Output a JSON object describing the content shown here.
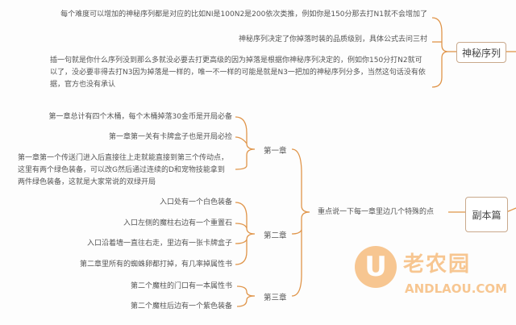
{
  "nodes": {
    "mystery": {
      "title": "神秘序列",
      "items": [
        "每个难度可以增加的神秘序列都是对应的比如NI是100N2是200依次类推，例如你是150分那去打N1就不会增加了",
        "神秘序列决定了你掉落时装的品质级别，具体公式去问三村",
        "插一句就是你什么序列没到那么多就没必要去打更高级的因为掉落是根据你神秘序列决定的，例如你150分打N2就可以了，没必要非得去打N3因为掉落是一样的，唯一不一样的可能是就是N3一把加的神秘序列分多，当然这句话没有依据，官方也没有承认"
      ]
    },
    "dungeon": {
      "title": "副本篇",
      "sub": "重点说一下每一章里边几个特殊的点",
      "chapters": [
        {
          "label": "第一章",
          "items": [
            "第一章总计有四个木桶，每个木桶掉落30金币是开局必备",
            "第一章第一关有卡牌盒子也是开局必捡",
            "第一章第一个传送门进入后直接往上走就能直接到第三个传动点，这里有两个绿色装备，可以改G然后通过连续的D和宠物技能拿到两件绿色装备，这就是大家常说的双绿开局"
          ]
        },
        {
          "label": "第二章",
          "items": [
            "入口处有一个白色装备",
            "入口左侧的魔柱右边有一个重置石",
            "入口沿着墙一直往右走，里边有一张卡牌盒子",
            "第二章里所有的蜘蛛卵都打掉，有几率掉属性书"
          ]
        },
        {
          "label": "第三章",
          "items": [
            "第二个魔柱的门口有一本属性书",
            "第二个魔柱后边有一个紫色装备"
          ]
        }
      ]
    }
  },
  "watermark": {
    "logo_letter": "U",
    "cn": "老农园",
    "site": "ANDLAOU.COM"
  },
  "colors": {
    "connector": "#e0954a",
    "text": "#555555",
    "box_border": "#c9a98c"
  }
}
